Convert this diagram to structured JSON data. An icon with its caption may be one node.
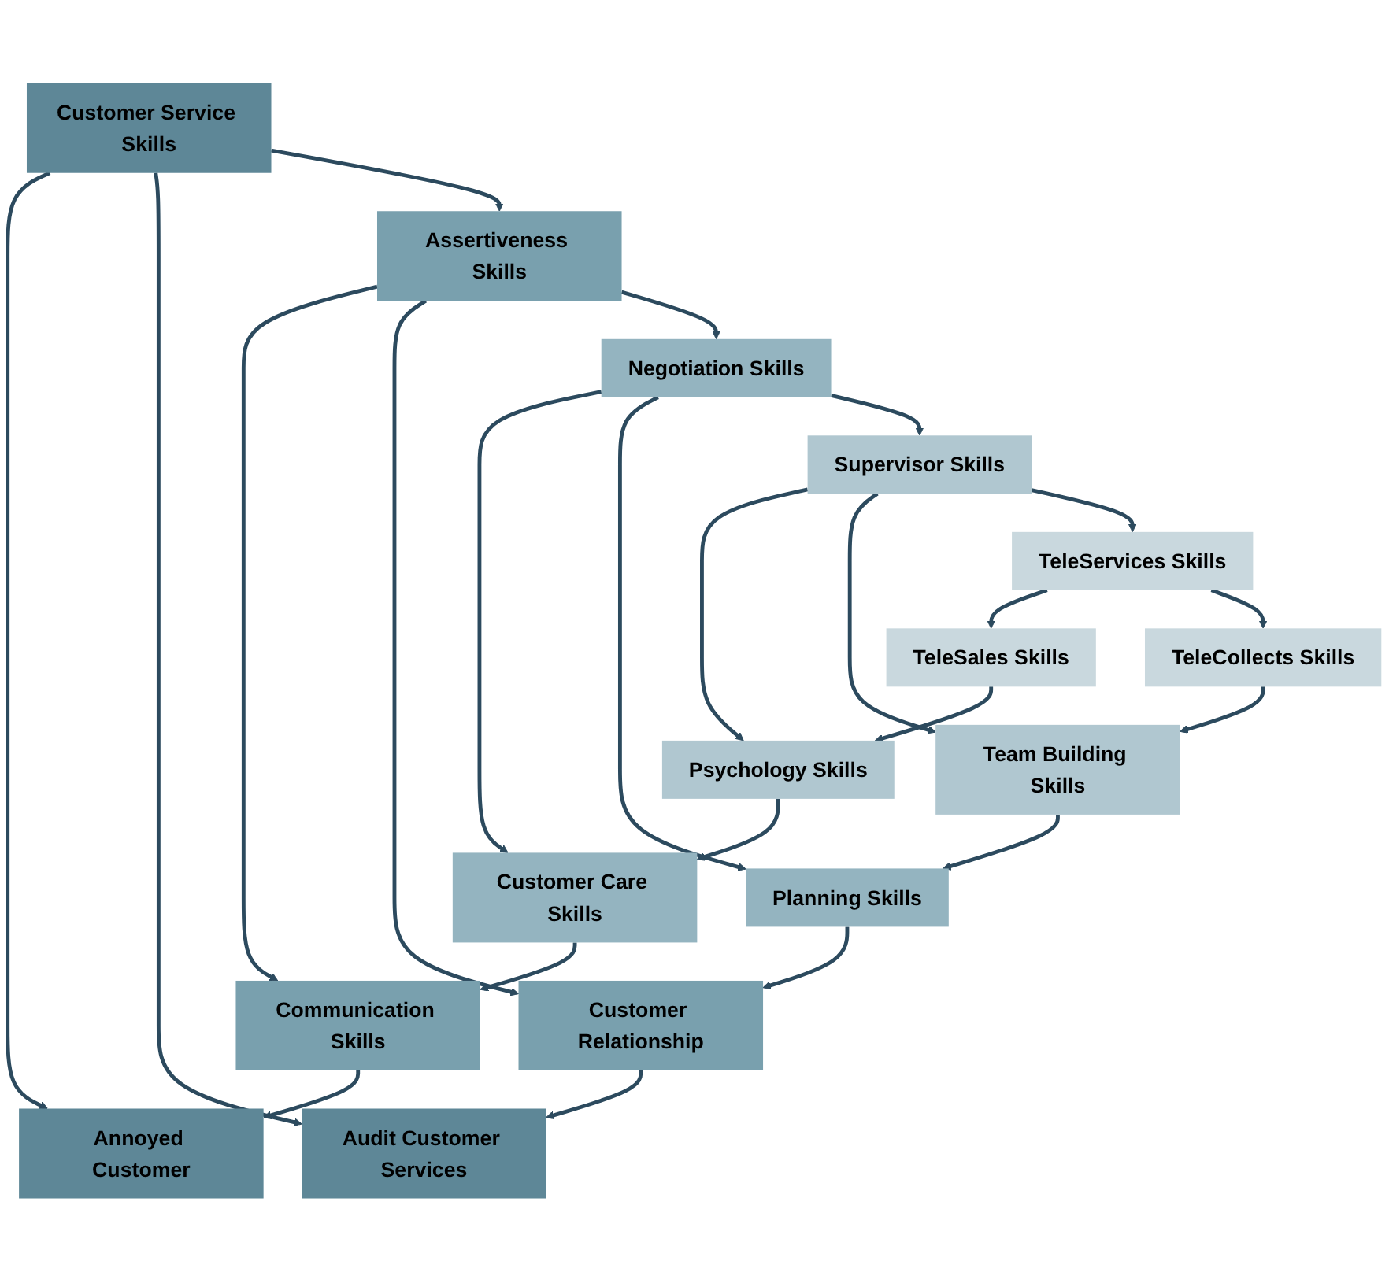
{
  "diagram": {
    "nodes": [
      {
        "text": [
          "Annoyed Customer"
        ]
      },
      {
        "text": [
          "Customer Service Skills"
        ]
      },
      {
        "text": [
          "Audit Customer Services"
        ]
      },
      {
        "text": [
          "Communication Skills"
        ]
      },
      {
        "text": [
          "Assertiveness Skills"
        ]
      },
      {
        "text": [
          "Customer Relationship"
        ]
      },
      {
        "text": [
          "Customer Care Skills"
        ]
      },
      {
        "text": [
          "Negotiation Skills"
        ]
      },
      {
        "text": [
          "Planning Skills"
        ]
      },
      {
        "text": [
          "Psychology Skills"
        ]
      },
      {
        "text": [
          "Supervisor Skills"
        ]
      },
      {
        "text": [
          "Team Building Skills"
        ]
      },
      {
        "text": [
          "TeleSales Skills"
        ]
      },
      {
        "text": [
          "TeleServices Skills"
        ]
      },
      {
        "text": [
          "TeleCollects Skills"
        ]
      }
    ],
    "edges": [
      {
        "from": 1,
        "to": 0,
        "arrow": "to"
      },
      {
        "from": 1,
        "to": 2,
        "arrow": "to"
      },
      {
        "from": 1,
        "to": 4,
        "arrow": "to"
      },
      {
        "from": 3,
        "to": 0,
        "arrow": "to"
      },
      {
        "from": 4,
        "to": 3,
        "arrow": "to"
      },
      {
        "from": 4,
        "to": 5,
        "arrow": "to"
      },
      {
        "from": 5,
        "to": 2,
        "arrow": "to"
      },
      {
        "from": 4,
        "to": 7,
        "arrow": "to"
      },
      {
        "from": 6,
        "to": 3,
        "arrow": "to"
      },
      {
        "from": 7,
        "to": 6,
        "arrow": "to"
      },
      {
        "from": 7,
        "to": 8,
        "arrow": "to"
      },
      {
        "from": 8,
        "to": 5,
        "arrow": "to"
      },
      {
        "from": 7,
        "to": 10,
        "arrow": "to"
      },
      {
        "from": 9,
        "to": 6,
        "arrow": "to"
      },
      {
        "from": 10,
        "to": 9,
        "arrow": "to"
      },
      {
        "from": 10,
        "to": 11,
        "arrow": "to"
      },
      {
        "from": 11,
        "to": 8,
        "arrow": "to"
      },
      {
        "from": 10,
        "to": 13,
        "arrow": "to"
      },
      {
        "from": 12,
        "to": 9,
        "arrow": "to"
      },
      {
        "from": 13,
        "to": 12,
        "arrow": "to"
      },
      {
        "from": 13,
        "to": 14,
        "arrow": "to"
      },
      {
        "from": 14,
        "to": 11,
        "arrow": "to"
      }
    ]
  }
}
